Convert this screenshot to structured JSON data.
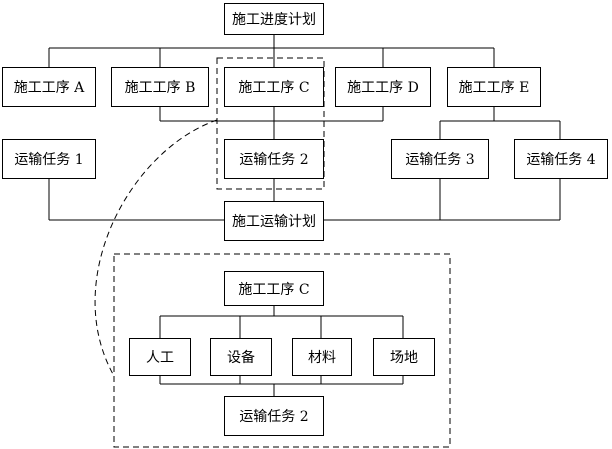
{
  "top": {
    "plan": "施工进度计划",
    "processes": [
      "施工工序 A",
      "施工工序 B",
      "施工工序 C",
      "施工工序 D",
      "施工工序 E"
    ],
    "tasks": [
      "运输任务 1",
      "运输任务 2",
      "运输任务 3",
      "运输任务 4"
    ],
    "transport_plan": "施工运输计划"
  },
  "detail": {
    "process": "施工工序 C",
    "resources": [
      "人工",
      "设备",
      "材料",
      "场地"
    ],
    "task": "运输任务 2"
  }
}
